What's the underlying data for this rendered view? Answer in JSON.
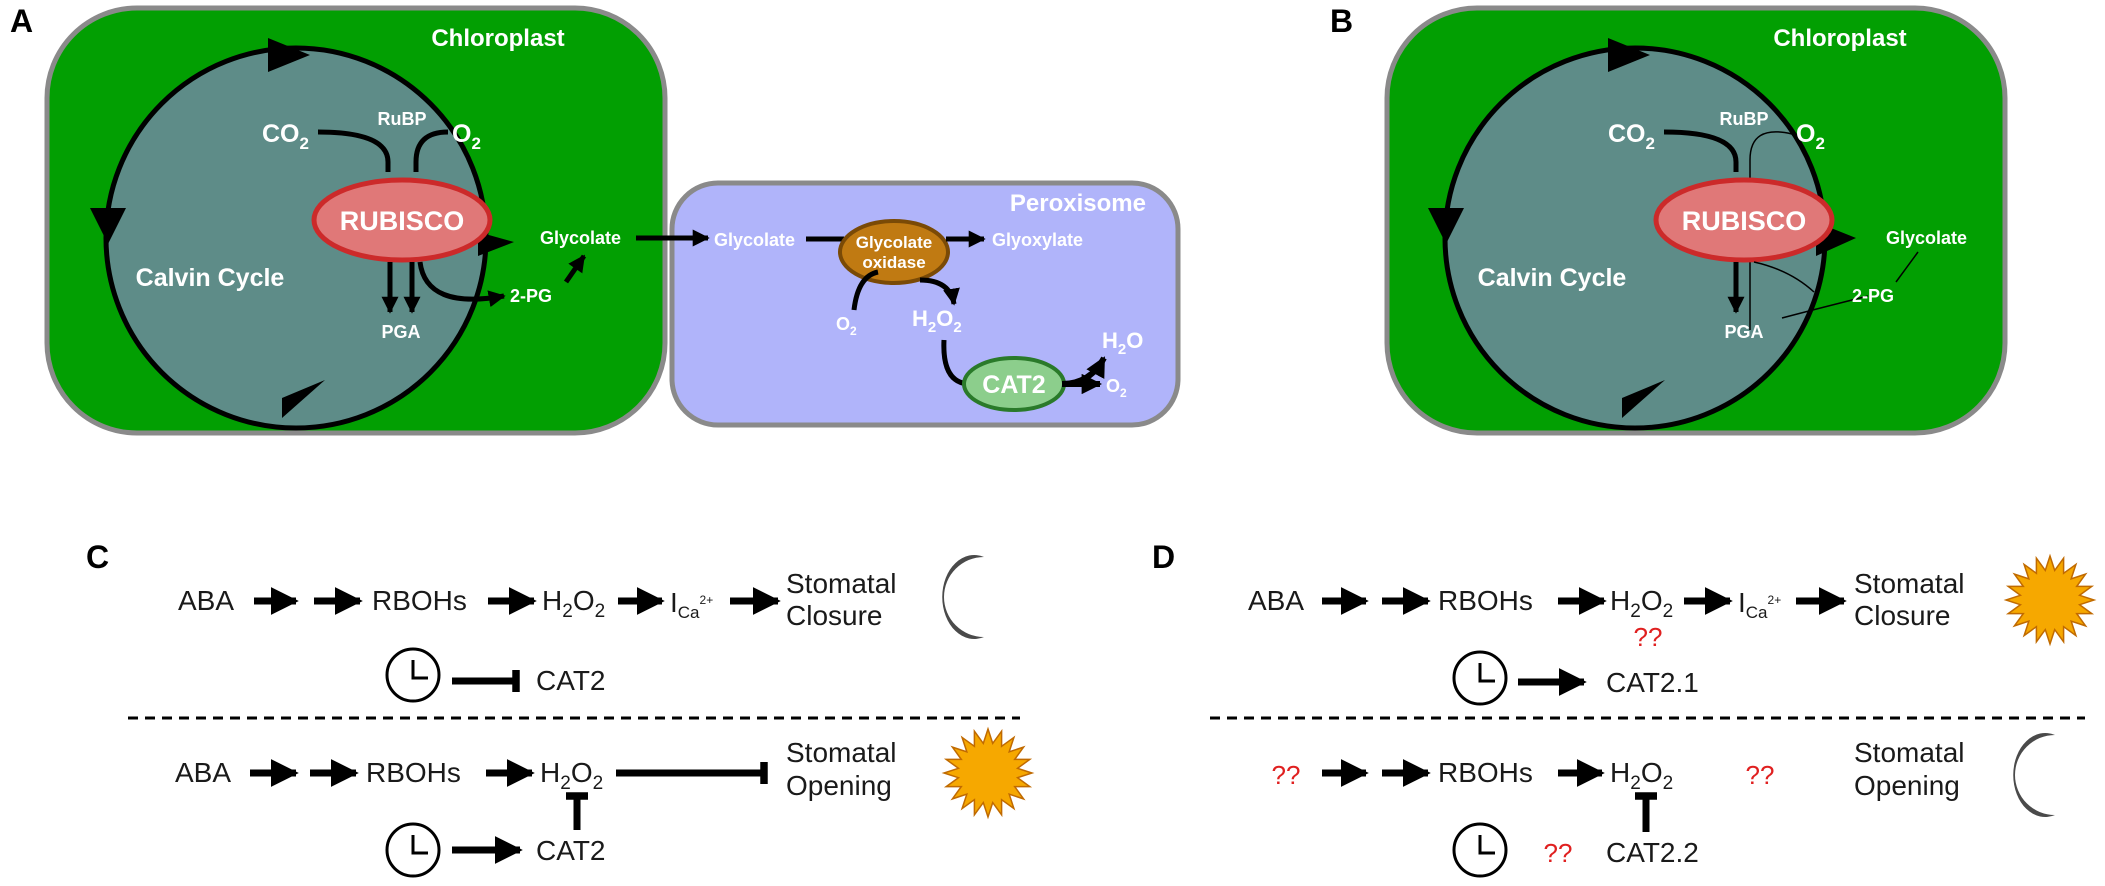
{
  "colors": {
    "chloroplast": "#029f02",
    "calvin": "#5e8c88",
    "peroxisome": "#b0b4fa",
    "rubisco": "#e07878",
    "rubisco_edge": "#cc2a2a",
    "glycolate_oxidase": "#c07a12",
    "cat2": "#8cce8c",
    "cat2_edge": "#2a7a2a",
    "sun": "#f6a800",
    "moon": "#4a4a4a",
    "question": "#e02020"
  },
  "panels": {
    "a": "A",
    "b": "B",
    "c": "C",
    "d": "D"
  },
  "panel_a": {
    "chloroplast": "Chloroplast",
    "calvin_cycle": "Calvin Cycle",
    "co2_main": "CO",
    "co2_sub": "2",
    "o2_main": "O",
    "o2_sub": "2",
    "rubp": "RuBP",
    "rubisco": "RUBISCO",
    "pga": "PGA",
    "two_pg": "2-PG",
    "glycolate_chl": "Glycolate",
    "peroxisome": "Peroxisome",
    "glycolate_per": "Glycolate",
    "glycolate_oxidase_1": "Glycolate",
    "glycolate_oxidase_2": "oxidase",
    "glyoxylate": "Glyoxylate",
    "o2_in_main": "O",
    "o2_in_sub": "2",
    "h2o2_h": "H",
    "h2o2_2a": "2",
    "h2o2_o": "O",
    "h2o2_2b": "2",
    "cat2": "CAT2",
    "h2o_h": "H",
    "h2o_2": "2",
    "h2o_o": "O",
    "o2_out_main": "O",
    "o2_out_sub": "2"
  },
  "panel_b": {
    "chloroplast": "Chloroplast",
    "calvin_cycle": "Calvin Cycle",
    "co2_main": "CO",
    "co2_sub": "2",
    "o2_main": "O",
    "o2_sub": "2",
    "rubp": "RuBP",
    "rubisco": "RUBISCO",
    "pga": "PGA",
    "glycolate": "Glycolate",
    "two_pg": "2-PG"
  },
  "panel_c": {
    "top": {
      "aba": "ABA",
      "rbohs": "RBOHs",
      "h2o2_h": "H",
      "h2o2_2a": "2",
      "h2o2_o": "O",
      "h2o2_2b": "2",
      "ica_i": "I",
      "ica_ca": "Ca",
      "ica_sup": "2+",
      "stomatal_1": "Stomatal",
      "stomatal_2": "Closure",
      "cat2": "CAT2"
    },
    "bottom": {
      "aba": "ABA",
      "rbohs": "RBOHs",
      "h2o2_h": "H",
      "h2o2_2a": "2",
      "h2o2_o": "O",
      "h2o2_2b": "2",
      "stomatal_1": "Stomatal",
      "stomatal_2": "Opening",
      "cat2": "CAT2"
    }
  },
  "panel_d": {
    "top": {
      "aba": "ABA",
      "rbohs": "RBOHs",
      "h2o2_h": "H",
      "h2o2_2a": "2",
      "h2o2_o": "O",
      "h2o2_2b": "2",
      "question": "??",
      "ica_i": "I",
      "ica_ca": "Ca",
      "ica_sup": "2+",
      "stomatal_1": "Stomatal",
      "stomatal_2": "Closure",
      "cat2_1": "CAT2.1"
    },
    "bottom": {
      "question_left": "??",
      "rbohs": "RBOHs",
      "h2o2_h": "H",
      "h2o2_2a": "2",
      "h2o2_o": "O",
      "h2o2_2b": "2",
      "question_right": "??",
      "stomatal_1": "Stomatal",
      "stomatal_2": "Opening",
      "question_clock": "??",
      "cat2_2": "CAT2.2"
    }
  }
}
